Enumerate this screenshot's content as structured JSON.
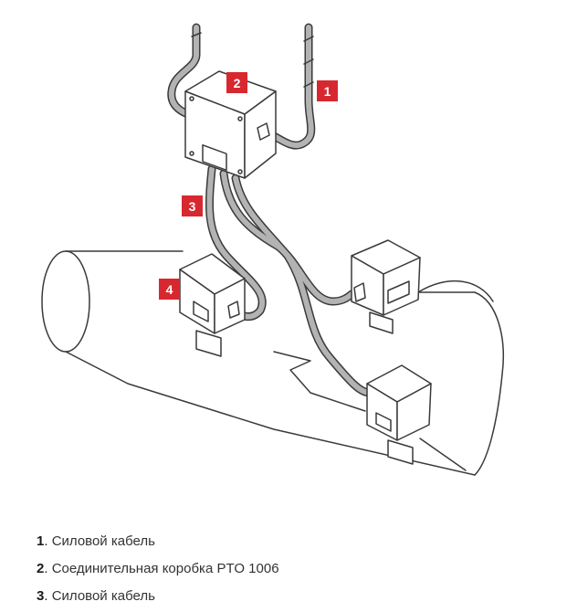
{
  "colors": {
    "badge": "#d7282f",
    "line": "#3a3a3a",
    "cable": "#b3b3b3",
    "background": "#ffffff",
    "text": "#333333"
  },
  "badges": [
    "1",
    "2",
    "3",
    "4"
  ],
  "legend": [
    {
      "num": "1",
      "text": "Силовой кабель"
    },
    {
      "num": "2",
      "text": "Соединительная коробка PTO 1006"
    },
    {
      "num": "3",
      "text": "Силовой кабель"
    }
  ]
}
